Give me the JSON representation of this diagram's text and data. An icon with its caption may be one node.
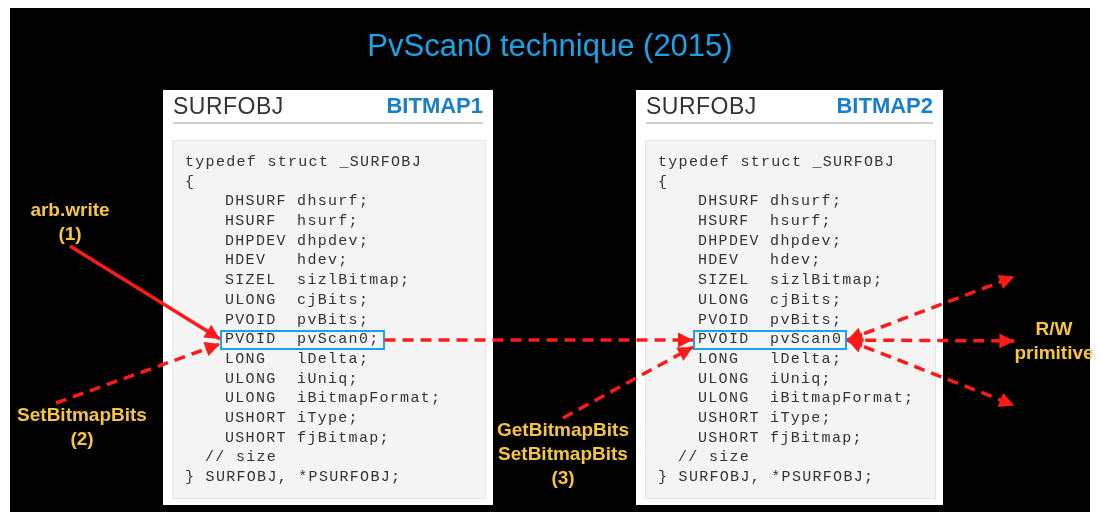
{
  "diagram": {
    "title": "PvScan0 technique (2015)",
    "nodes": [
      {
        "text": [
          "SURFOBJ",
          "BITMAP1"
        ]
      },
      {
        "text": [
          "PVOID pvScan0;"
        ],
        "in": 0
      },
      {
        "text": [
          "SURFOBJ",
          "BITMAP2"
        ]
      },
      {
        "text": [
          "PVOID pvScan0"
        ],
        "in": 2
      },
      {
        "text": [
          "arb.write (1)"
        ]
      },
      {
        "text": [
          "SetBitmapBits (2)"
        ]
      },
      {
        "text": [
          "GetBitmapBits SetBitmapBits (3)"
        ]
      },
      {
        "text": [
          "R/W primitive"
        ]
      }
    ],
    "edges": [
      {
        "from": 4,
        "to": 1,
        "arrow": "to"
      },
      {
        "from": 5,
        "to": 1,
        "arrow": "to",
        "style": "dashed"
      },
      {
        "from": 1,
        "to": 3,
        "arrow": "to",
        "style": "dashed"
      },
      {
        "from": 6,
        "to": 3,
        "arrow": "to",
        "style": "dashed"
      },
      {
        "from": 3,
        "to": 7,
        "arrow": "both",
        "style": "dashed"
      },
      {
        "from": 3,
        "to": 7,
        "arrow": "both",
        "style": "dashed"
      },
      {
        "from": 3,
        "to": 7,
        "arrow": "both",
        "style": "dashed"
      }
    ],
    "labels": [
      "typedef struct _SURFOBJ",
      "{",
      "DHSURF dhsurf;",
      "HSURF hsurf;",
      "DHPDEV dhpdev;",
      "HDEV hdev;",
      "SIZEL sizlBitmap;",
      "ULONG cjBits;",
      "PVOID pvBits;",
      "LONG lDelta;",
      "ULONG iUniq;",
      "ULONG iBitmapFormat;",
      "USHORT iType;",
      "USHORT fjBitmap;",
      "// size",
      "} SURFOBJ, *PSURFOBJ;",
      "typedef struct _SURFOBJ",
      "{",
      "DHSURF dhsurf;",
      "HSURF hsurf;",
      "DHPDEV dhpdev;",
      "HDEV hdev;",
      "SIZEL sizlBitmap;",
      "ULONG cjBits;",
      "PVOID pvBits;",
      "LONG lDelta;",
      "ULONG iUniq;",
      "ULONG iBitmapFormat;",
      "USHORT iType;",
      "USHORT fjBitmap;",
      "// size",
      "} SURFOBJ, *PSURFOBJ;"
    ]
  }
}
